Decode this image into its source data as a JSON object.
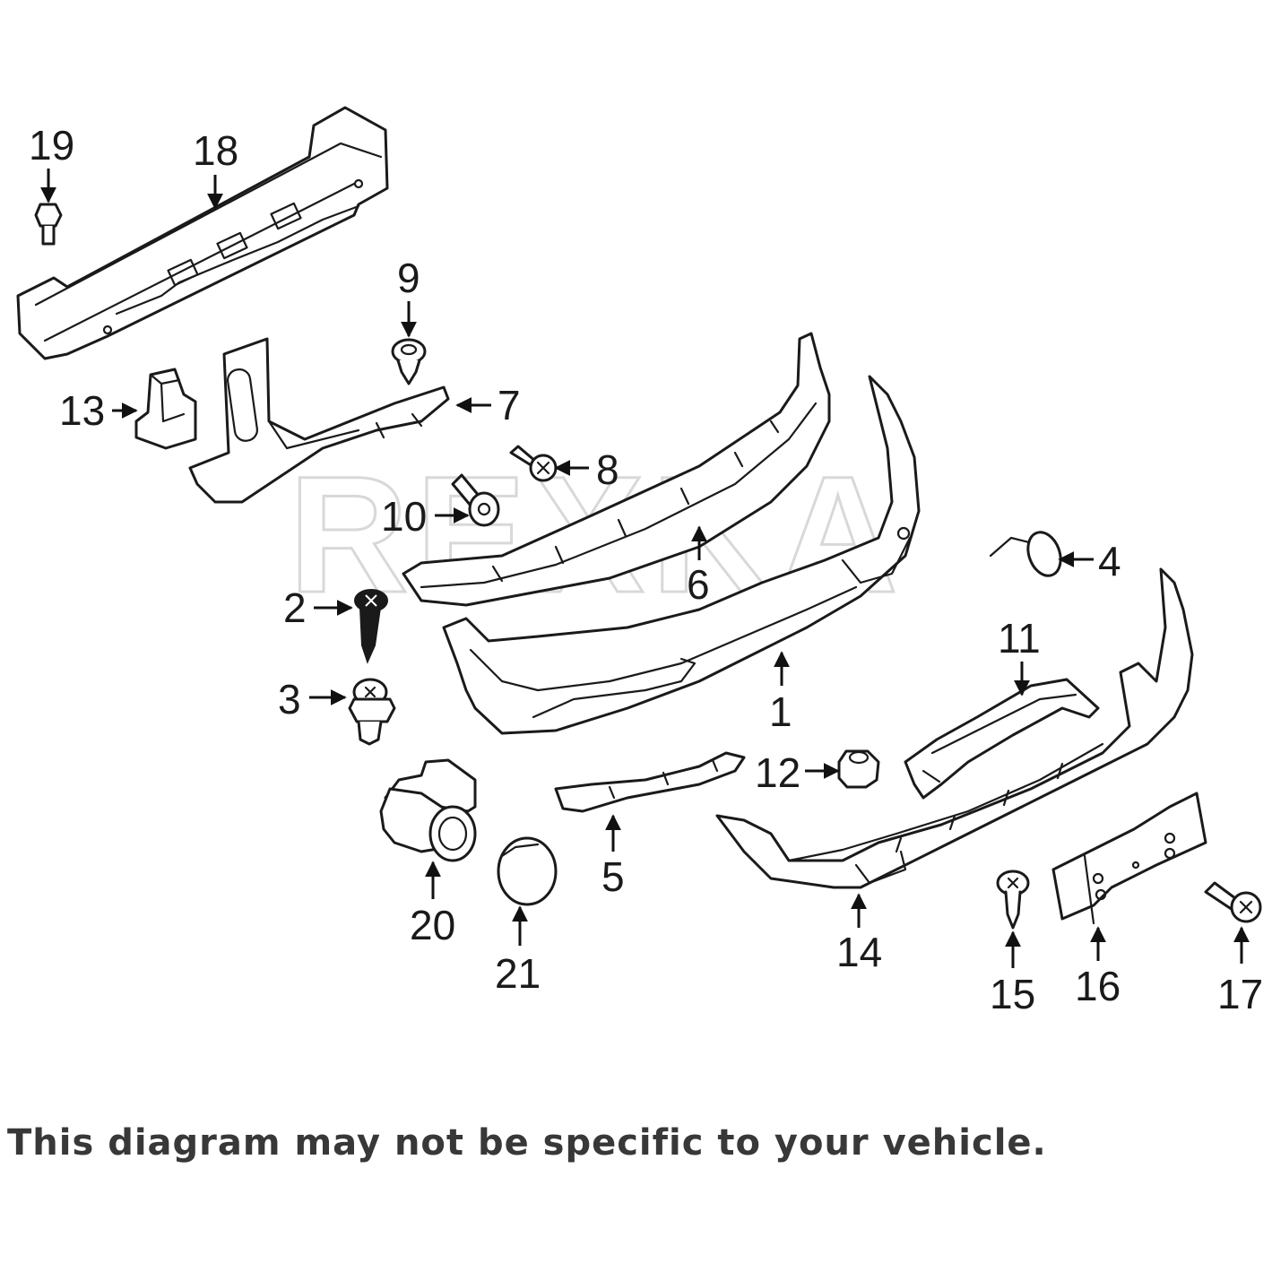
{
  "watermark": "REXKA",
  "callouts": {
    "p1": "1",
    "p2": "2",
    "p3": "3",
    "p4": "4",
    "p5": "5",
    "p6": "6",
    "p7": "7",
    "p8": "8",
    "p9": "9",
    "p10": "10",
    "p11": "11",
    "p12": "12",
    "p13": "13",
    "p14": "14",
    "p15": "15",
    "p16": "16",
    "p17": "17",
    "p18": "18",
    "p19": "19",
    "p20": "20",
    "p21": "21"
  },
  "disclaimer": "This diagram may not be specific to your vehicle."
}
